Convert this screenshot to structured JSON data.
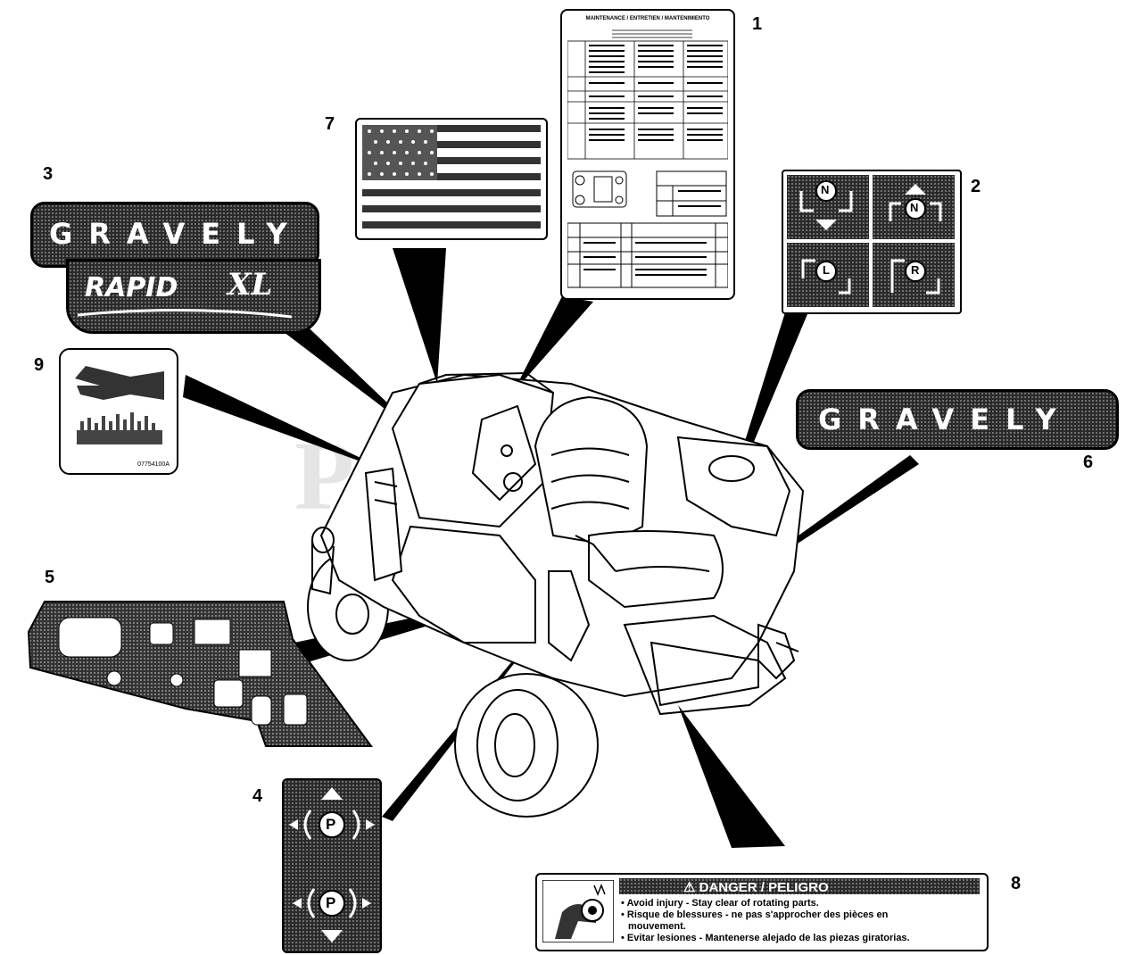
{
  "watermark": "PartsTree",
  "callouts": {
    "c1": "1",
    "c2": "2",
    "c3": "3",
    "c4": "4",
    "c5": "5",
    "c6": "6",
    "c7": "7",
    "c8": "8",
    "c9": "9"
  },
  "decal_1": {
    "title": "MAINTENANCE / ENTRETIEN / MANTENIMIENTO"
  },
  "decal_2": {
    "n_top": "N",
    "n_bottom": "N",
    "l": "L",
    "r": "R"
  },
  "decal_3": {
    "brand": "GRAVELY",
    "model": "RAPID",
    "model_suffix": "XL"
  },
  "decal_4": {
    "p_top": "P",
    "p_bottom": "P"
  },
  "decal_6": {
    "brand": "GRAVELY"
  },
  "decal_8": {
    "heading": "DANGER / PELIGRO",
    "line1": "Avoid injury - Stay clear of rotating parts.",
    "line2": "Risque de blessures - ne pas s'approcher des pièces en",
    "line2b": "mouvement.",
    "line3": "Evitar lesiones - Mantenerse alejado de las piezas giratorias."
  },
  "decal_9": {
    "part_number": "07754100A"
  },
  "colors": {
    "ink": "#000000",
    "paper": "#ffffff",
    "decal_dark": "#2a2a2a"
  }
}
